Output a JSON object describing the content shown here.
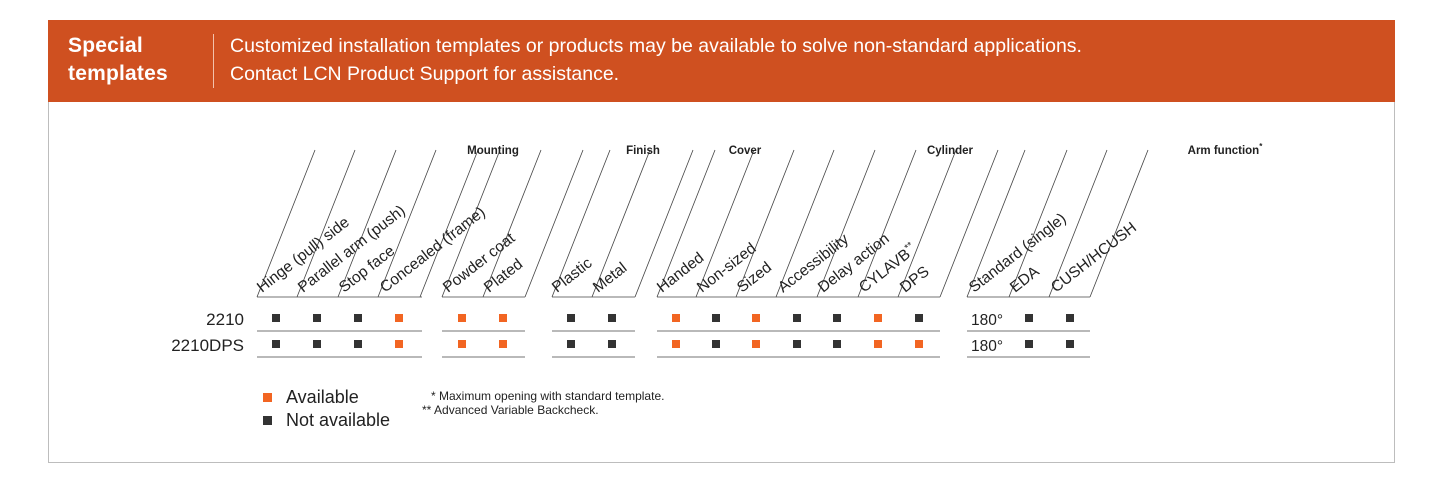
{
  "banner": {
    "title_line1": "Special",
    "title_line2": "templates",
    "text_line1": "Customized installation templates or products may be available to solve non-standard applications.",
    "text_line2": "Contact LCN Product Support for assistance."
  },
  "colors": {
    "accent": "#cf5020",
    "available": "#f26522",
    "not_available": "#333333"
  },
  "group_headers": [
    {
      "label": "Mounting"
    },
    {
      "label": "Finish"
    },
    {
      "label": "Cover"
    },
    {
      "label": "Cylinder"
    },
    {
      "label": "Arm function",
      "suffix": "*"
    }
  ],
  "columns": [
    {
      "label": "Hinge (pull) side"
    },
    {
      "label": "Parallel arm (push)"
    },
    {
      "label": "Stop face"
    },
    {
      "label": "Concealed (frame)"
    },
    {
      "label": "Powder coat"
    },
    {
      "label": "Plated"
    },
    {
      "label": "Plastic"
    },
    {
      "label": "Metal"
    },
    {
      "label": "Handed"
    },
    {
      "label": "Non-sized"
    },
    {
      "label": "Sized"
    },
    {
      "label": "Accessibility"
    },
    {
      "label": "Delay action"
    },
    {
      "label": "CYLAVB",
      "suffix": "**"
    },
    {
      "label": "DPS"
    },
    {
      "label": "Standard (single)"
    },
    {
      "label": "EDA"
    },
    {
      "label": "CUSH/HCUSH"
    }
  ],
  "rows": [
    {
      "model": "2210",
      "values": [
        "N",
        "N",
        "N",
        "A",
        "A",
        "A",
        "N",
        "N",
        "A",
        "N",
        "A",
        "N",
        "N",
        "A",
        "N",
        "180°",
        "N",
        "N"
      ]
    },
    {
      "model": "2210DPS",
      "values": [
        "N",
        "N",
        "N",
        "A",
        "A",
        "A",
        "N",
        "N",
        "A",
        "N",
        "A",
        "N",
        "N",
        "A",
        "A",
        "180°",
        "N",
        "N"
      ]
    }
  ],
  "legend": {
    "available": "Available",
    "not_available": "Not available"
  },
  "notes": [
    "* Maximum opening with standard template.",
    "** Advanced Variable Backcheck."
  ]
}
